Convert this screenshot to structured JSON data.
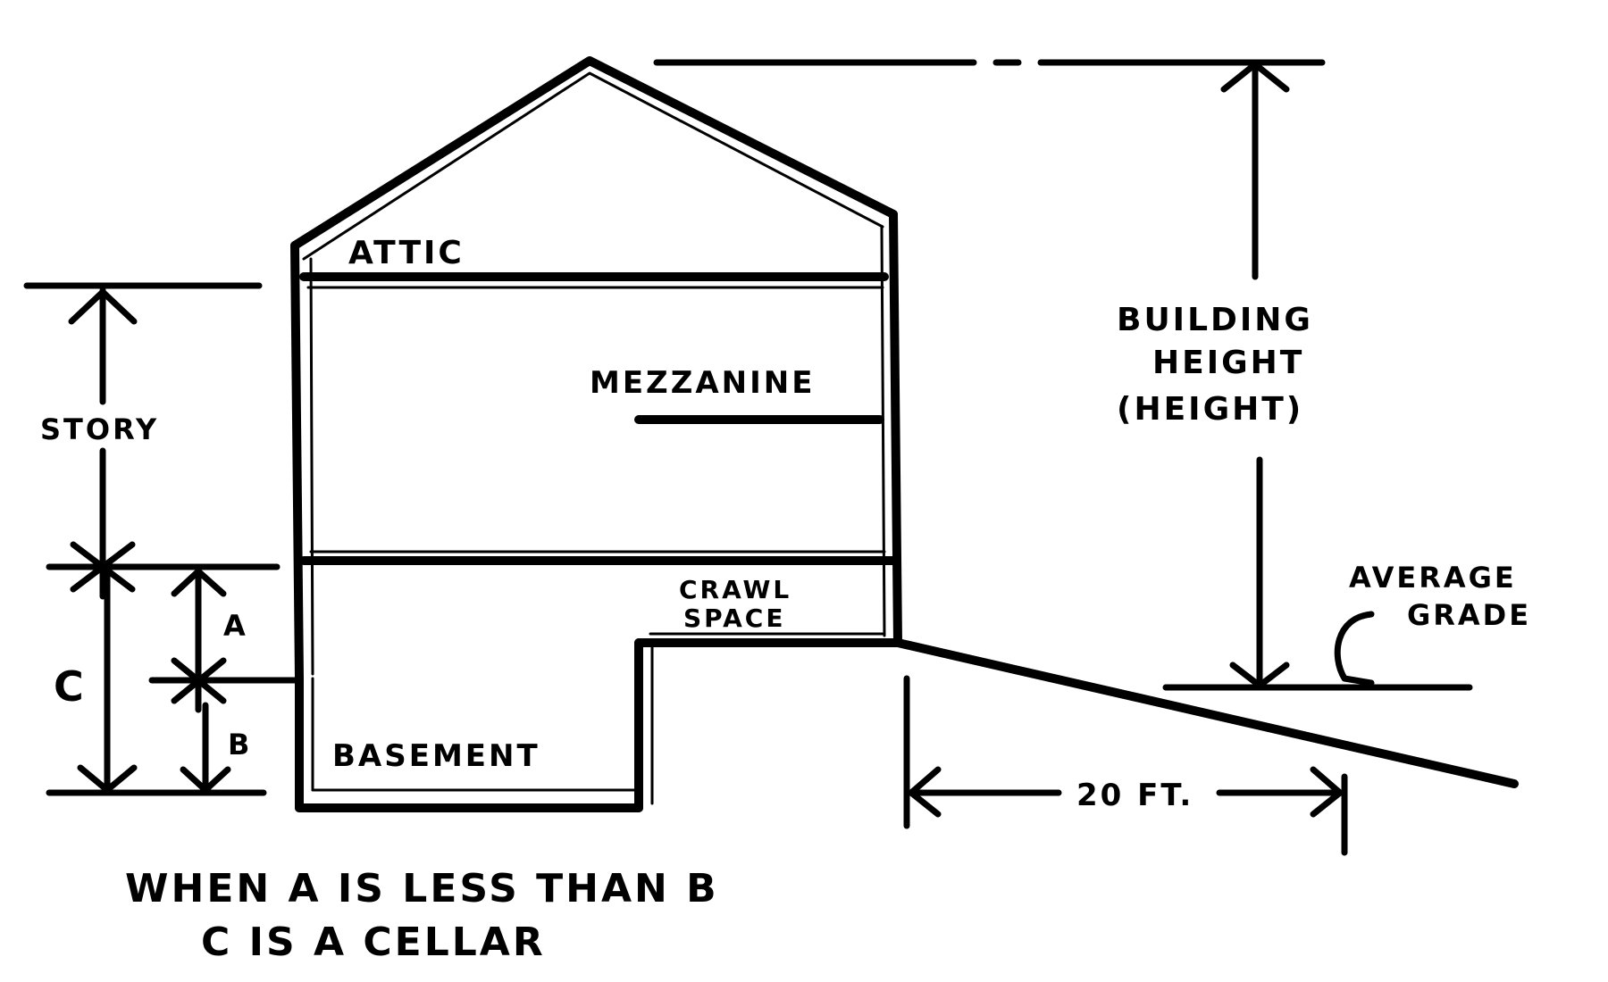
{
  "labels": {
    "attic": "ATTIC",
    "mezzanine": "MEZZANINE",
    "crawl_space_line1": "CRAWL",
    "crawl_space_line2": "SPACE",
    "basement": "BASEMENT",
    "story": "STORY",
    "dim_a": "A",
    "dim_b": "B",
    "dim_c": "C",
    "building_height_line1": "BUILDING",
    "building_height_line2": "HEIGHT",
    "building_height_line3": "(HEIGHT)",
    "average_grade_line1": "AVERAGE",
    "average_grade_line2": "GRADE",
    "distance": "20 FT."
  },
  "caption": {
    "line1": "WHEN A IS LESS THAN B",
    "line2": "C IS A CELLAR"
  },
  "colors": {
    "ink": "#000000",
    "paper": "#ffffff"
  }
}
